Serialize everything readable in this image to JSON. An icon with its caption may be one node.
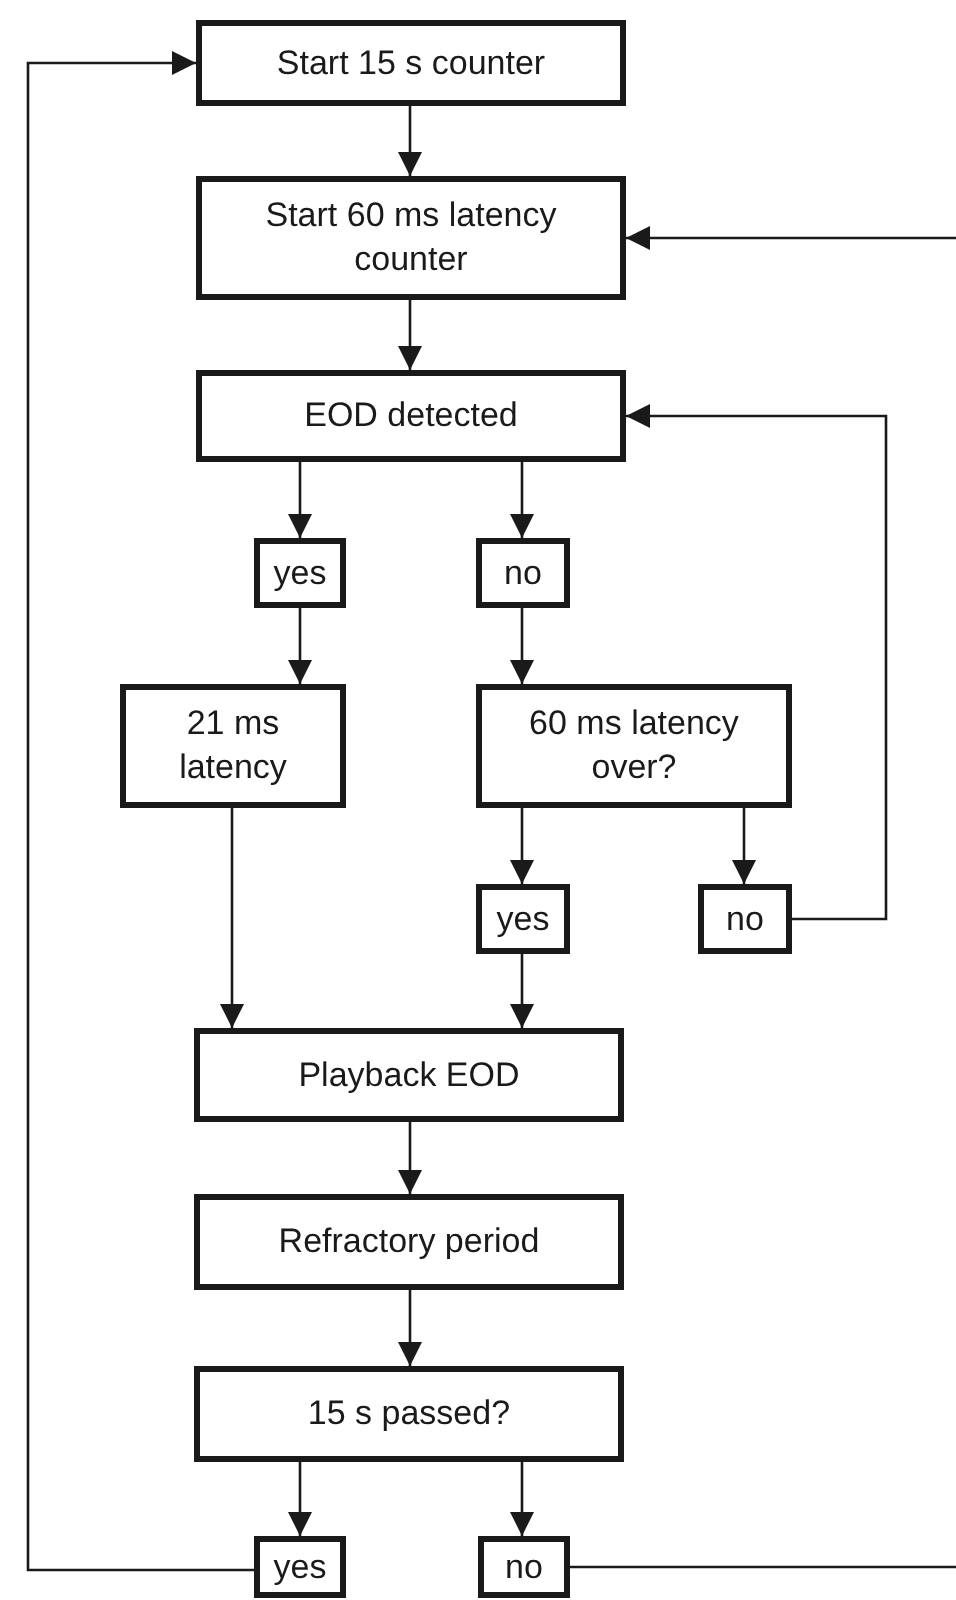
{
  "diagram": {
    "nodes": [
      {
        "text": [
          "Start 15 s counter"
        ]
      },
      {
        "text": [
          "Start 60 ms latency counter"
        ]
      },
      {
        "text": [
          "EOD detected"
        ]
      },
      {
        "text": [
          "yes"
        ]
      },
      {
        "text": [
          "no"
        ]
      },
      {
        "text": [
          "21 ms latency"
        ]
      },
      {
        "text": [
          "60 ms latency over?"
        ]
      },
      {
        "text": [
          "yes"
        ]
      },
      {
        "text": [
          "no"
        ]
      },
      {
        "text": [
          "Playback EOD"
        ]
      },
      {
        "text": [
          "Refractory period"
        ]
      },
      {
        "text": [
          "15 s passed?"
        ]
      },
      {
        "text": [
          "yes"
        ]
      },
      {
        "text": [
          "no"
        ]
      }
    ],
    "edges": [
      {
        "from": 0,
        "to": 1,
        "arrow": "to"
      },
      {
        "from": 1,
        "to": 2,
        "arrow": "to"
      },
      {
        "from": 2,
        "to": 3,
        "arrow": "to"
      },
      {
        "from": 2,
        "to": 4,
        "arrow": "to"
      },
      {
        "from": 3,
        "to": 5,
        "arrow": "to"
      },
      {
        "from": 4,
        "to": 6,
        "arrow": "to"
      },
      {
        "from": 6,
        "to": 7,
        "arrow": "to"
      },
      {
        "from": 6,
        "to": 8,
        "arrow": "to"
      },
      {
        "from": 8,
        "to": 2,
        "arrow": "to"
      },
      {
        "from": 5,
        "to": 9,
        "arrow": "to"
      },
      {
        "from": 7,
        "to": 9,
        "arrow": "to"
      },
      {
        "from": 9,
        "to": 10,
        "arrow": "to"
      },
      {
        "from": 10,
        "to": 11,
        "arrow": "to"
      },
      {
        "from": 11,
        "to": 12,
        "arrow": "to"
      },
      {
        "from": 11,
        "to": 13,
        "arrow": "to"
      },
      {
        "from": 12,
        "to": 0,
        "arrow": "to"
      },
      {
        "from": 13,
        "to": null,
        "arrow": "none"
      },
      {
        "from": null,
        "to": 1,
        "arrow": "to"
      }
    ]
  }
}
